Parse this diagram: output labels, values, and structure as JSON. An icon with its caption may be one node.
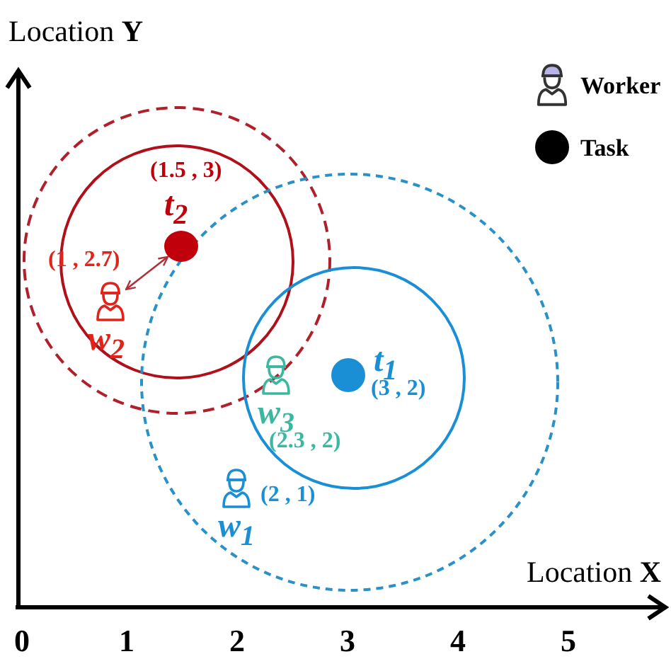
{
  "diagram": {
    "nodes": [
      {
        "text": [],
        "shape": "circle",
        "beside": [
          "(1.5 , 3)",
          "t$_{2}$"
        ]
      },
      {
        "text": [],
        "shape": "person",
        "beside": [
          "(1 , 2.7)",
          "w$_{2}$"
        ]
      },
      {
        "text": [],
        "shape": "person",
        "beside": [
          "w$_{3}$",
          "(2.3 , 2)"
        ]
      },
      {
        "text": [],
        "shape": "circle",
        "beside": [
          "t$_{1}$",
          "(3 , 2)"
        ]
      },
      {
        "text": [],
        "shape": "person",
        "beside": [
          "(2 , 1)",
          "w$_{1}$"
        ]
      }
    ],
    "edges": [
      {
        "from": 1,
        "to": 0,
        "arrow": "both"
      }
    ],
    "labels": [
      "Location **Y**",
      "Location **X**",
      "0",
      "1",
      "2",
      "3",
      "4",
      "5"
    ],
    "legend": [
      {
        "text": "Worker"
      },
      {
        "text": "Task"
      }
    ]
  }
}
